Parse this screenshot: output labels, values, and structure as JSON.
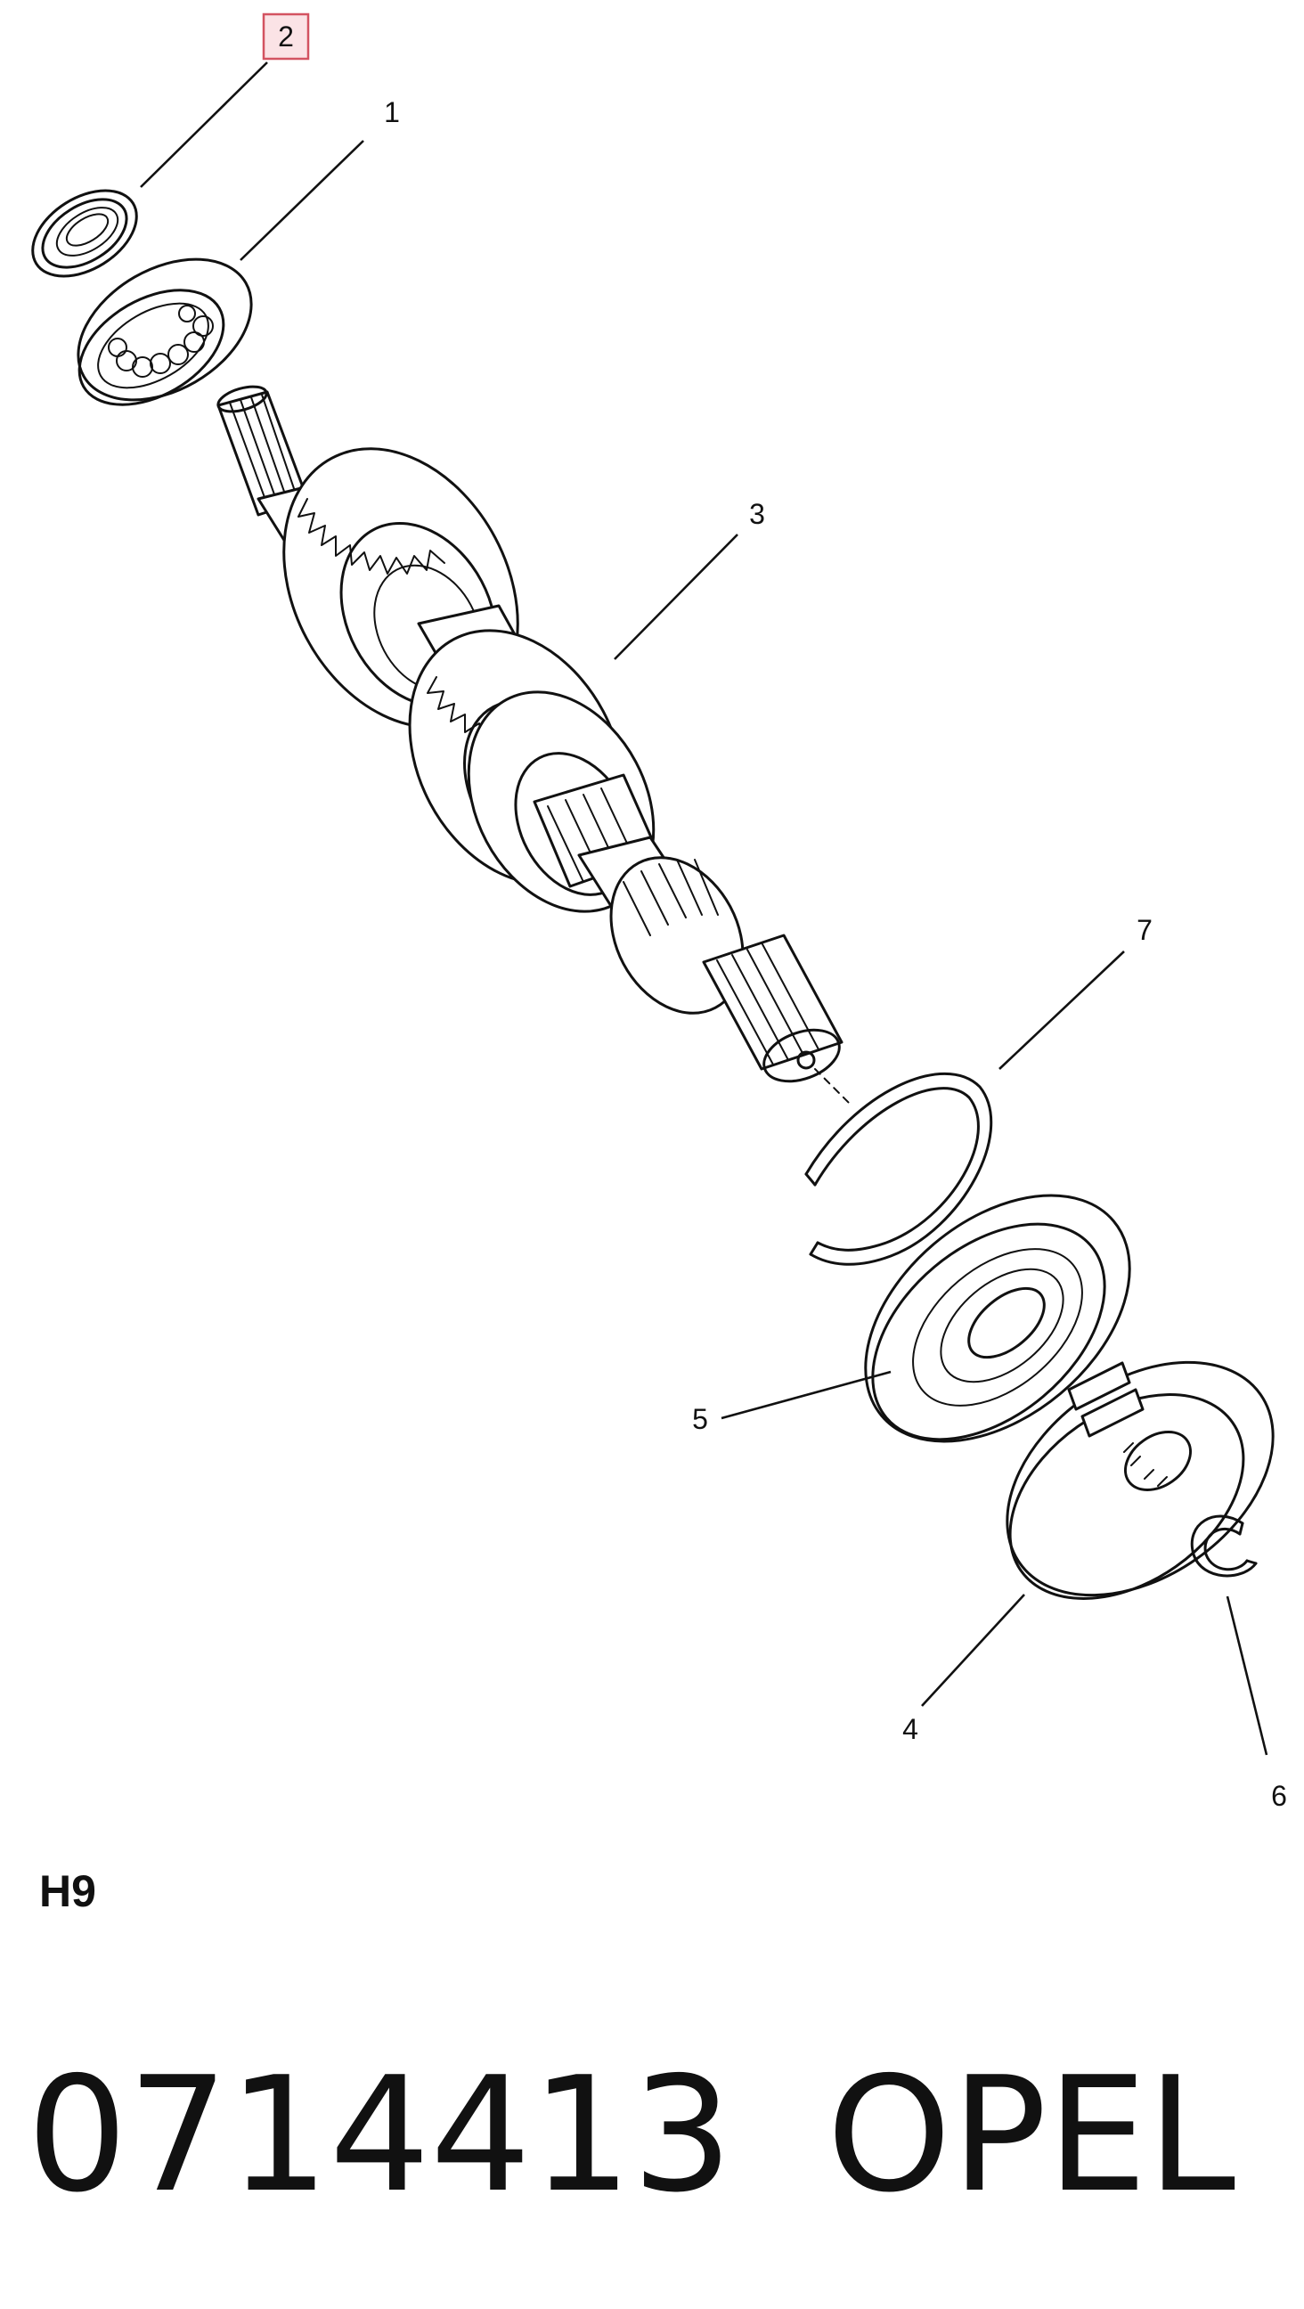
{
  "diagram": {
    "callouts": [
      {
        "id": "c2",
        "label": "2",
        "highlighted": true
      },
      {
        "id": "c1",
        "label": "1"
      },
      {
        "id": "c3",
        "label": "3"
      },
      {
        "id": "c7",
        "label": "7"
      },
      {
        "id": "c5",
        "label": "5"
      },
      {
        "id": "c4",
        "label": "4"
      },
      {
        "id": "c6",
        "label": "6"
      }
    ],
    "highlight_color": "#d35361",
    "highlight_fill": "#fbe3e6"
  },
  "section_code": "H9",
  "part_number": "0714413",
  "brand": "OPEL"
}
